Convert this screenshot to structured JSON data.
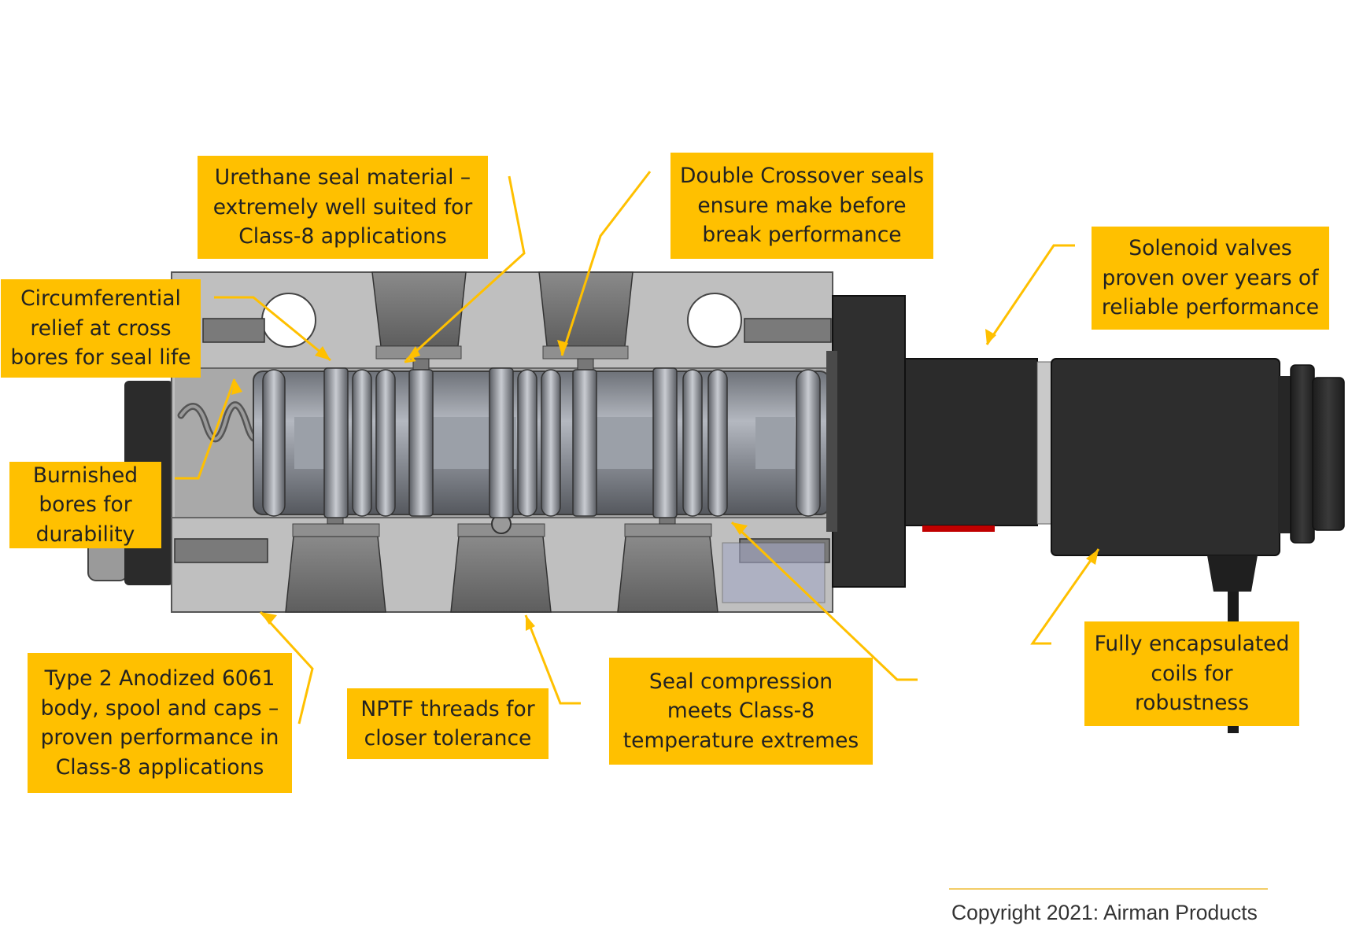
{
  "colors": {
    "callout_bg": "#ffc000",
    "callout_text": "#222222",
    "leader": "#ffc000",
    "body_gray": "#bdbdbd",
    "solenoid_dark": "#2d2d2d"
  },
  "callouts": {
    "urethane": "Urethane seal material –\nextremely well suited for\nClass-8 applications",
    "double_crossover": "Double Crossover seals\nensure make before\nbreak performance",
    "circumferential": "Circumferential\nrelief at cross\nbores for seal life",
    "solenoid": "Solenoid valves\nproven over years of\nreliable performance",
    "burnished": "Burnished\nbores for\ndurability",
    "anodized": "Type 2 Anodized 6061\nbody, spool and caps –\nproven performance in\nClass-8 applications",
    "nptf": "NPTF threads for\ncloser tolerance",
    "seal_compression": "Seal compression\nmeets Class-8\ntemperature extremes",
    "encapsulated": "Fully encapsulated\ncoils for\nrobustness"
  },
  "footer": {
    "copyright": "Copyright 2021: Airman Products"
  }
}
